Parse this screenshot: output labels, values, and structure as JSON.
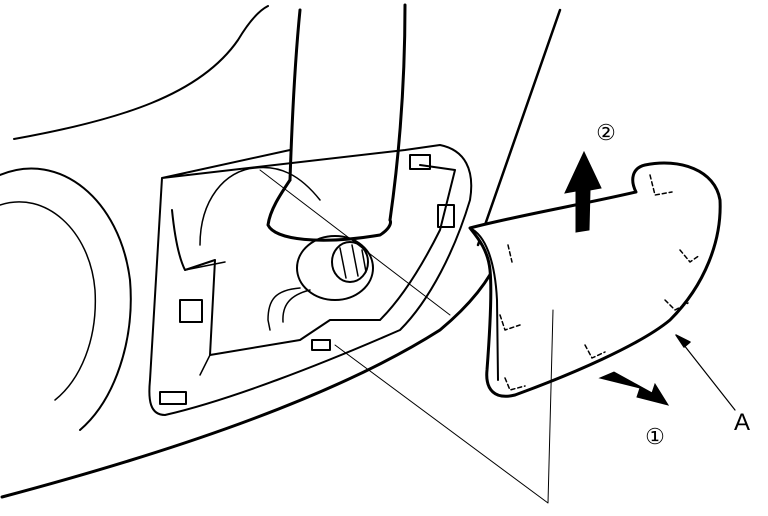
{
  "labels": {
    "part_a": "A",
    "step_1": "①",
    "step_2": "②"
  },
  "colors": {
    "line": "#000000",
    "background": "#ffffff"
  }
}
